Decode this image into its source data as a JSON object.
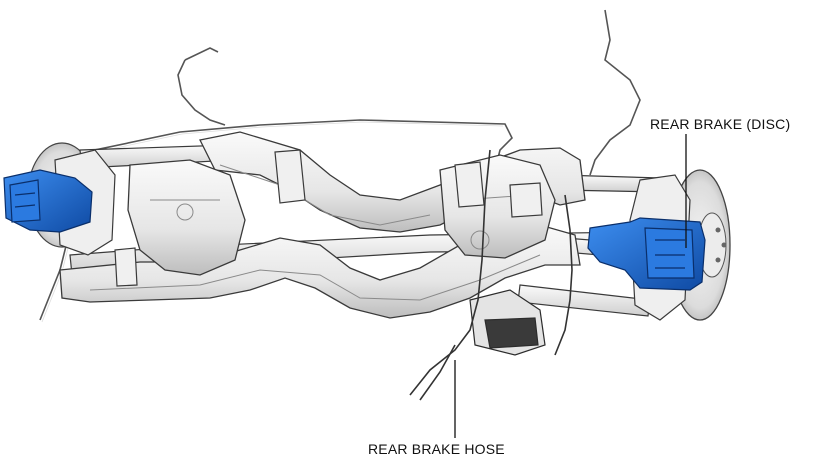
{
  "labels": {
    "rear_brake_disc": "REAR BRAKE (DISC)",
    "rear_brake_hose": "REAR BRAKE HOSE"
  },
  "colors": {
    "caliper_blue": "#1f6fd6",
    "caliper_dark": "#0f4aa3",
    "frame_light": "#f1f1f1",
    "frame_shadow": "#c8c8c8",
    "outline": "#3a3a3a",
    "leader": "#111111"
  },
  "icons": {
    "subframe": "rear-subframe-illustration",
    "caliper": "brake-caliper-illustration",
    "rotor": "brake-rotor-illustration",
    "hose": "brake-hose-illustration"
  }
}
